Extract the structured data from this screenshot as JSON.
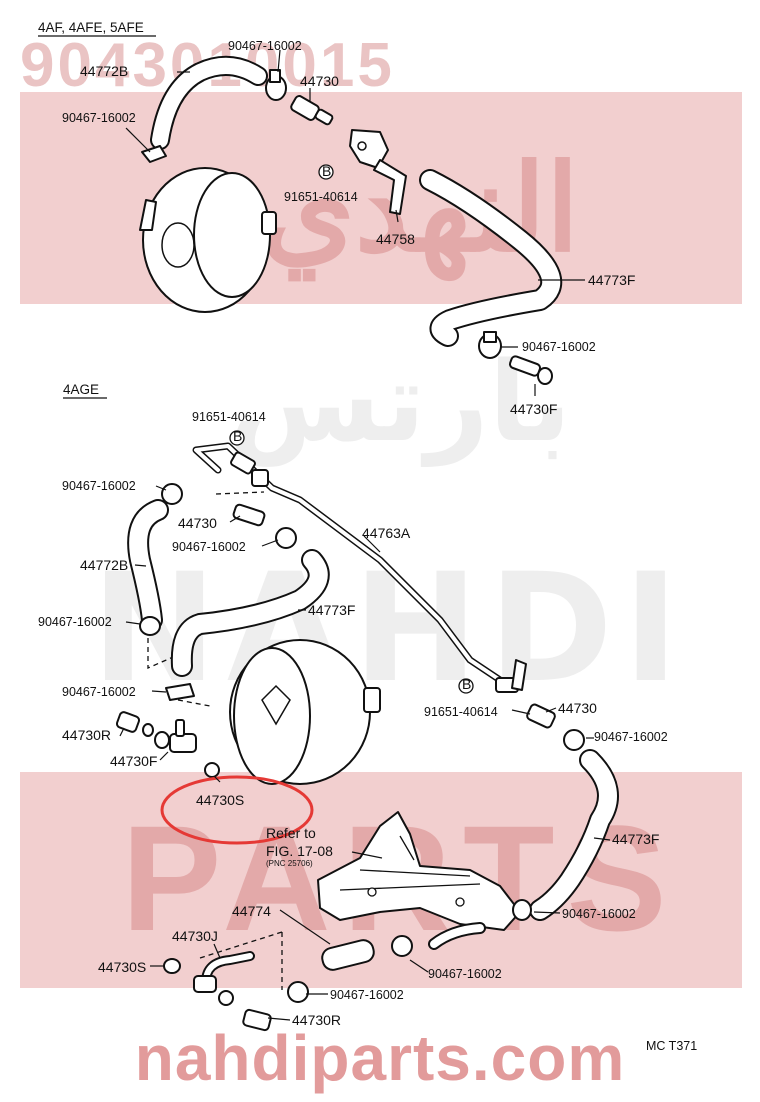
{
  "watermark": {
    "part_number": "9043010015",
    "site_url": "nahdiparts.com",
    "arabic_brand": "النهدي",
    "arabic_parts": "بارتس",
    "brand_latin_1": "NAHDI",
    "brand_latin_2": "PARTS"
  },
  "sections": {
    "top_header": "4AF, 4AFE, 5AFE",
    "bottom_header": "4AGE"
  },
  "labels": {
    "t_44772B": "44772B",
    "t_clamp_a": "90467-16002",
    "t_44730": "44730",
    "t_clamp_b": "90467-16002",
    "t_b_mark_1": "B",
    "t_91651_1": "91651-40614",
    "t_44758": "44758",
    "t_44773F": "44773F",
    "t_clamp_c": "90467-16002",
    "t_44730F": "44730F",
    "b_b_mark_2": "B",
    "b_91651_2": "91651-40614",
    "b_clamp_d": "90467-16002",
    "b_44730": "44730",
    "b_44763A": "44763A",
    "b_clamp_e": "90467-16002",
    "b_44772B": "44772B",
    "b_44773F_a": "44773F",
    "b_clamp_f": "90467-16002",
    "b_clamp_g": "90467-16002",
    "b_44730R": "44730R",
    "b_44730F": "44730F",
    "b_44730S": "44730S",
    "b_b_mark_3": "B",
    "b_91651_3": "91651-40614",
    "b_44730_2": "44730",
    "b_clamp_h": "90467-16002",
    "b_refer_1": "Refer to",
    "b_refer_2": "FIG. 17-08",
    "b_refer_pnc": "(PNC 25706)",
    "b_44773F_b": "44773F",
    "b_44774": "44774",
    "b_clamp_i": "90467-16002",
    "b_44730J": "44730J",
    "b_44730S_2": "44730S",
    "b_clamp_j": "90467-16002",
    "b_clamp_k": "90467-16002",
    "b_44730R_2": "44730R",
    "footer_code": "MC  T371"
  },
  "highlight": {
    "part": "44730S",
    "color": "#e53935"
  }
}
